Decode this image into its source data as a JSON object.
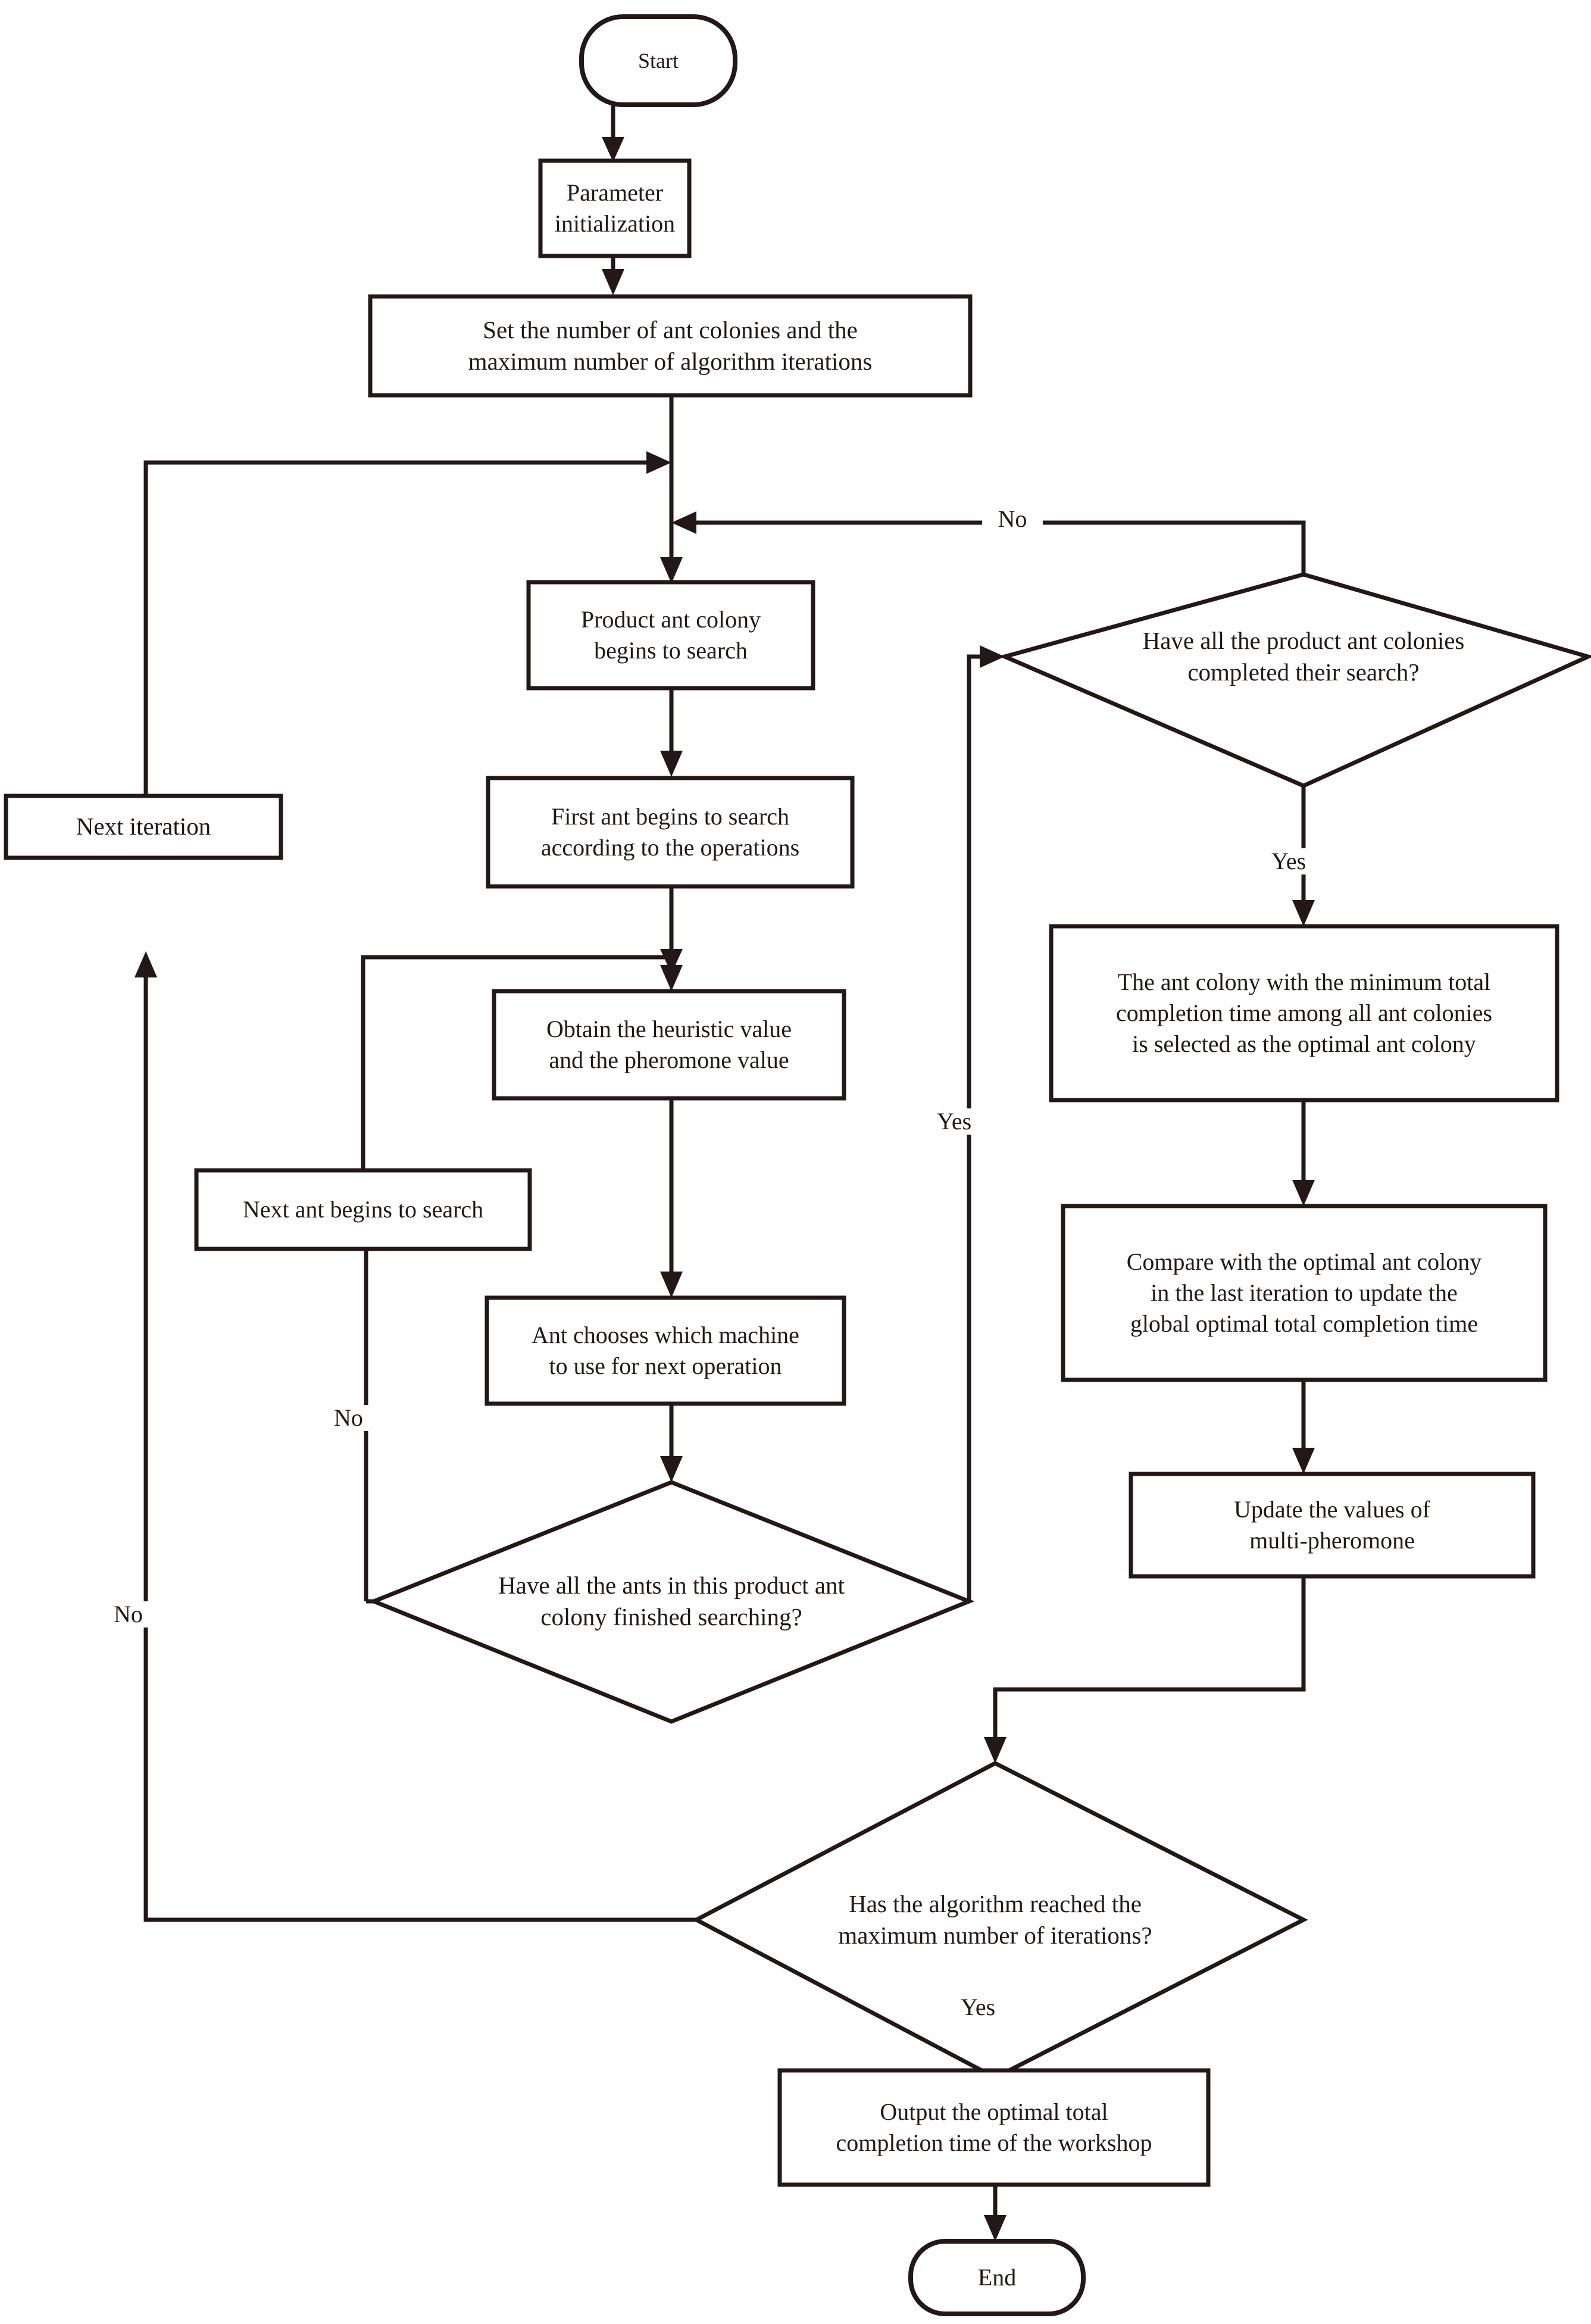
{
  "diagram": {
    "title": "Ant colony optimization algorithm flowchart",
    "background_color": "#ffffff",
    "stroke_color": "#231815",
    "fill_color": "#ffffff"
  },
  "nodes": {
    "start": {
      "label": "Start",
      "shape": "terminator"
    },
    "param_init": {
      "label": "Parameter\ninitialization",
      "shape": "process"
    },
    "set_colonies": {
      "label": "Set the number of ant colonies and the\nmaximum number of algorithm iterations",
      "shape": "process"
    },
    "next_iteration": {
      "label": "Next iteration",
      "shape": "process"
    },
    "product_search": {
      "label": "Product ant colony\nbegins to search",
      "shape": "process"
    },
    "first_ant": {
      "label": "First ant begins to search\naccording to the operations",
      "shape": "process"
    },
    "obtain_heuristic": {
      "label": "Obtain the heuristic value\nand the pheromone value",
      "shape": "process"
    },
    "next_ant": {
      "label": "Next ant begins to search",
      "shape": "process"
    },
    "ant_chooses": {
      "label": "Ant chooses which machine\nto use for next operation",
      "shape": "process"
    },
    "ants_finished": {
      "label": "Have all the ants in this product ant\ncolony finished searching?",
      "shape": "decision"
    },
    "colonies_completed": {
      "label": "Have all the product ant colonies\ncompleted their search?",
      "shape": "decision"
    },
    "min_colony": {
      "label": "The ant colony with the minimum total\ncompletion time among all ant colonies\nis selected as the optimal ant colony",
      "shape": "process"
    },
    "compare_optimal": {
      "label": "Compare with the optimal ant colony\nin the last iteration to update the\nglobal optimal total completion time",
      "shape": "process"
    },
    "update_pheromone": {
      "label": "Update the values of\nmulti-pheromone",
      "shape": "process"
    },
    "max_iterations": {
      "label": "Has the algorithm reached the\nmaximum number of iterations?",
      "shape": "decision"
    },
    "output_result": {
      "label": "Output the optimal total\ncompletion time of the workshop",
      "shape": "process"
    },
    "end": {
      "label": "End",
      "shape": "terminator"
    }
  },
  "edge_labels": {
    "colonies_no": "No",
    "colonies_yes": "Yes",
    "ants_no": "No",
    "ants_yes": "Yes",
    "iterations_no": "No",
    "iterations_yes": "Yes"
  }
}
